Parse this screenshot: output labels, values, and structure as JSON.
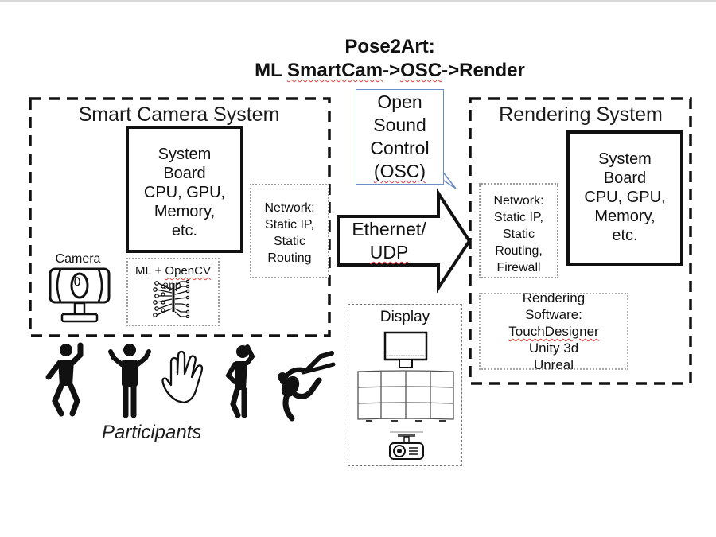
{
  "title": {
    "line1": "Pose2Art:",
    "line2_part1": "ML ",
    "line2_part2": "SmartCam",
    "line2_part3": "->",
    "line2_part4": "OSC",
    "line2_part5": "->Render"
  },
  "smart_camera_system": {
    "title": "Smart Camera System",
    "system_board": [
      "System",
      "Board",
      "CPU, GPU,",
      "Memory,",
      "etc."
    ],
    "network": [
      "Network:",
      "Static IP,",
      "Static",
      "Routing"
    ],
    "camera_label": "Camera",
    "ml_label_part1": "ML + ",
    "ml_label_part2": "OpenCV",
    "ml_sublabel": "app"
  },
  "link": {
    "osc_callout": [
      "Open",
      "Sound",
      "Control"
    ],
    "osc_callout_last": "(OSC)",
    "arrow_line1": "Ethernet/",
    "arrow_line2": "UDP"
  },
  "rendering_system": {
    "title": "Rendering System",
    "system_board": [
      "System",
      "Board",
      "CPU, GPU,",
      "Memory,",
      "etc."
    ],
    "network": [
      "Network:",
      "Static IP,",
      "Static",
      "Routing,",
      "Firewall"
    ],
    "software": {
      "heading1": "Rendering",
      "heading2": "Software:",
      "items": [
        "TouchDesigner",
        "Unity 3d",
        "Unreal"
      ]
    }
  },
  "display": {
    "title": "Display",
    "icons": [
      "monitor-icon",
      "video-wall-icon",
      "projector-icon"
    ]
  },
  "participants": {
    "label": "Participants",
    "icons": [
      "dancing-person-icon",
      "shrugging-person-icon",
      "vulcan-salute-hand-icon",
      "posing-person-icon",
      "leaping-dancer-icon"
    ]
  },
  "colors": {
    "callout_border": "#6b8fc4",
    "spellcheck": "#e23b3b",
    "text": "#111111"
  }
}
